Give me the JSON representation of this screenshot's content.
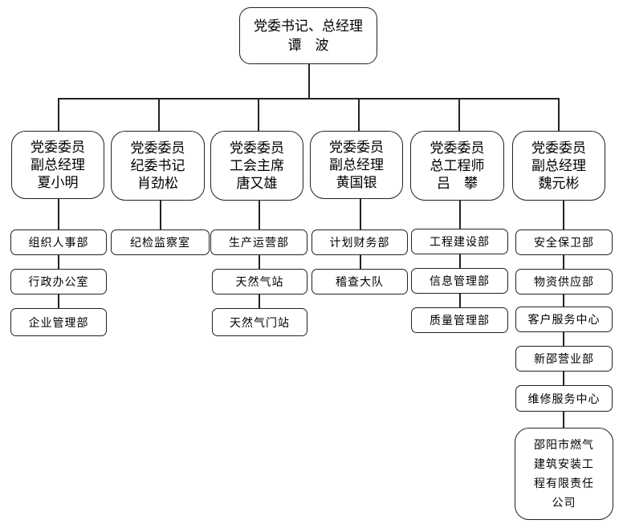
{
  "root": {
    "line1": "党委书记、总经理",
    "line2": "谭　波"
  },
  "branches": [
    {
      "role1": "党委委员",
      "role2": "副总经理",
      "name": "夏小明",
      "units": [
        "组织人事部",
        "行政办公室",
        "企业管理部"
      ]
    },
    {
      "role1": "党委委员",
      "role2": "纪委书记",
      "name": "肖劲松",
      "units": [
        "纪检监察室"
      ]
    },
    {
      "role1": "党委委员",
      "role2": "工会主席",
      "name": "唐又雄",
      "units": [
        "生产运营部",
        "天然气站",
        "天然气门站"
      ]
    },
    {
      "role1": "党委委员",
      "role2": "副总经理",
      "name": "黄国银",
      "units": [
        "计划财务部",
        "稽查大队"
      ]
    },
    {
      "role1": "党委委员",
      "role2": "总工程师",
      "name": "吕　攀",
      "units": [
        "工程建设部",
        "信息管理部",
        "质量管理部"
      ]
    },
    {
      "role1": "党委委员",
      "role2": "副总经理",
      "name": "魏元彬",
      "units": [
        "安全保卫部",
        "物资供应部",
        "客户服务中心",
        "新邵营业部",
        "维修服务中心"
      ],
      "company": [
        "邵阳市燃气",
        "建筑安装工",
        "程有限责任",
        "公司"
      ]
    }
  ]
}
